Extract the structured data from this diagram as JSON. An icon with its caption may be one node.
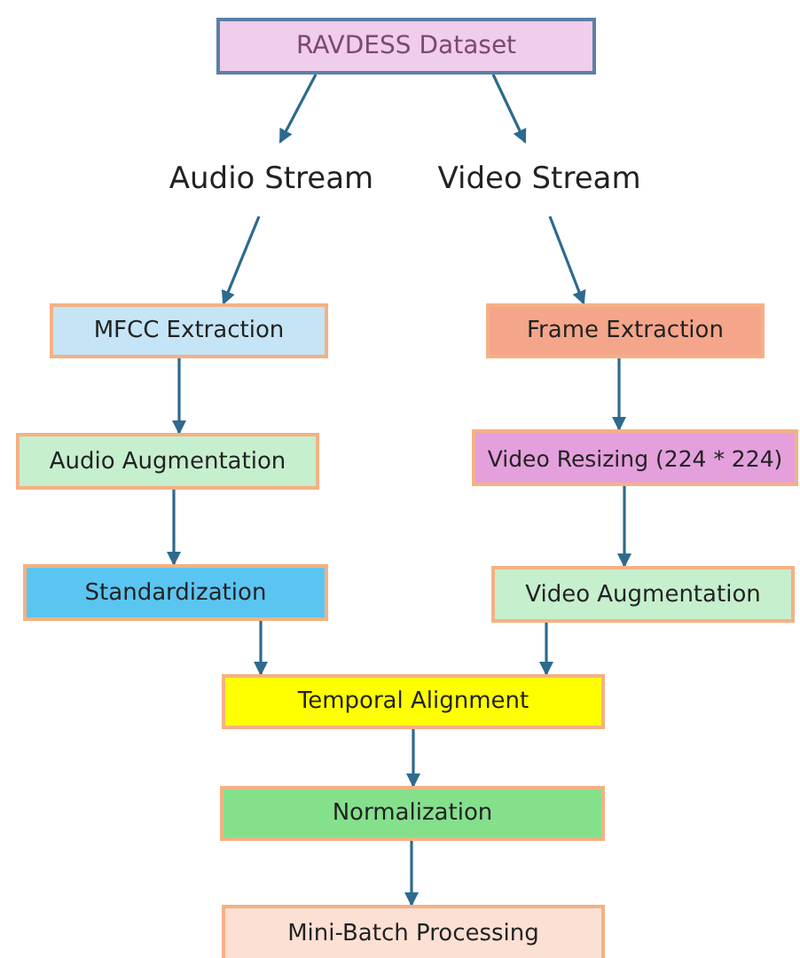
{
  "diagram": {
    "nodes": [
      {
        "text": [
          "RAVDESS Dataset"
        ]
      },
      {
        "text": [
          "Audio Stream"
        ]
      },
      {
        "text": [
          "Video Stream"
        ]
      },
      {
        "text": [
          "MFCC Extraction"
        ]
      },
      {
        "text": [
          "Frame Extraction"
        ]
      },
      {
        "text": [
          "Audio Augmentation"
        ]
      },
      {
        "text": [
          "Video Resizing (224 * 224)"
        ]
      },
      {
        "text": [
          "Standardization"
        ]
      },
      {
        "text": [
          "Video Augmentation"
        ]
      },
      {
        "text": [
          "Temporal Alignment"
        ]
      },
      {
        "text": [
          "Normalization"
        ]
      },
      {
        "text": [
          "Mini-Batch Processing"
        ]
      }
    ],
    "edges": [
      {
        "from": 0,
        "to": 1,
        "arrow": "to"
      },
      {
        "from": 0,
        "to": 2,
        "arrow": "to"
      },
      {
        "from": 1,
        "to": 3,
        "arrow": "to"
      },
      {
        "from": 2,
        "to": 4,
        "arrow": "to"
      },
      {
        "from": 3,
        "to": 5,
        "arrow": "to"
      },
      {
        "from": 4,
        "to": 6,
        "arrow": "to"
      },
      {
        "from": 5,
        "to": 7,
        "arrow": "to"
      },
      {
        "from": 6,
        "to": 8,
        "arrow": "to"
      },
      {
        "from": 7,
        "to": 9,
        "arrow": "to"
      },
      {
        "from": 8,
        "to": 9,
        "arrow": "to"
      },
      {
        "from": 9,
        "to": 10,
        "arrow": "to"
      },
      {
        "from": 10,
        "to": 11,
        "arrow": "to"
      }
    ]
  }
}
